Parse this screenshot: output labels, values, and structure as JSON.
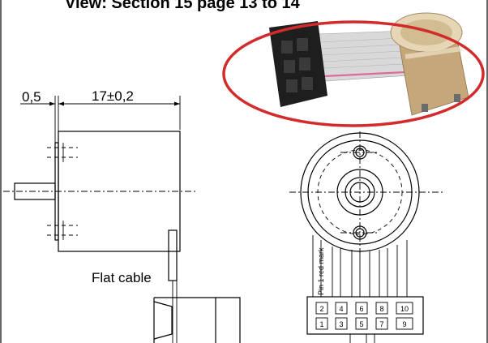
{
  "header": {
    "title": "View: Section 15 page 13 to 14"
  },
  "dimensions": {
    "gap": "0,5",
    "length": "17±0,2"
  },
  "labels": {
    "flat_cable": "Flat cable",
    "pin_mark": "Pin 1  red mark"
  },
  "connector": {
    "top_row": [
      "2",
      "4",
      "6",
      "8",
      "10"
    ],
    "bottom_row": [
      "1",
      "3",
      "5",
      "7",
      "9"
    ]
  },
  "colors": {
    "highlight_ellipse": "#d22b2b",
    "cable": "#cfcfcf",
    "cable_stripe": "#e06a9a",
    "motor_body": "#c8a86a"
  }
}
